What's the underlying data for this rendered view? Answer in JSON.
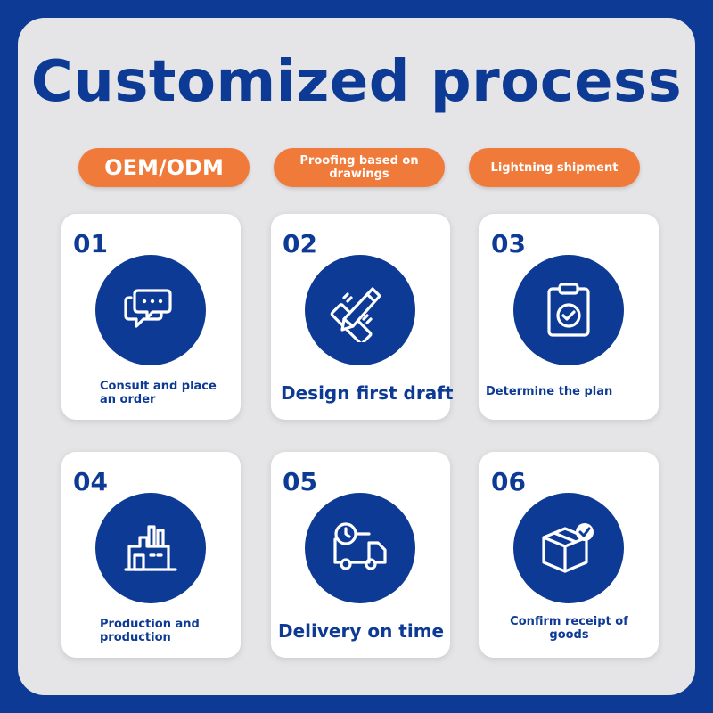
{
  "title": "Customized process",
  "pills": [
    {
      "label": "OEM/ODM"
    },
    {
      "label_line1": "Proofing based on",
      "label_line2": "drawings"
    },
    {
      "label": "Lightning shipment"
    }
  ],
  "cards": [
    {
      "num": "01",
      "icon": "chat-bubbles-icon",
      "label_line1": "Consult and place",
      "label_line2": "an order"
    },
    {
      "num": "02",
      "icon": "pencil-ruler-icon",
      "label": "Design first draft"
    },
    {
      "num": "03",
      "icon": "clipboard-check-icon",
      "label": "Determine the plan"
    },
    {
      "num": "04",
      "icon": "factory-icon",
      "label_line1": "Production and",
      "label_line2": "production"
    },
    {
      "num": "05",
      "icon": "delivery-truck-clock-icon",
      "label": "Delivery on time"
    },
    {
      "num": "06",
      "icon": "package-check-icon",
      "label_line1": "Confirm receipt of",
      "label_line2": "goods"
    }
  ],
  "colors": {
    "background": "#0d3a94",
    "panel": "#e5e5e7",
    "primary_blue": "#0d3a94",
    "accent_orange": "#f07a3a",
    "card": "#ffffff"
  }
}
